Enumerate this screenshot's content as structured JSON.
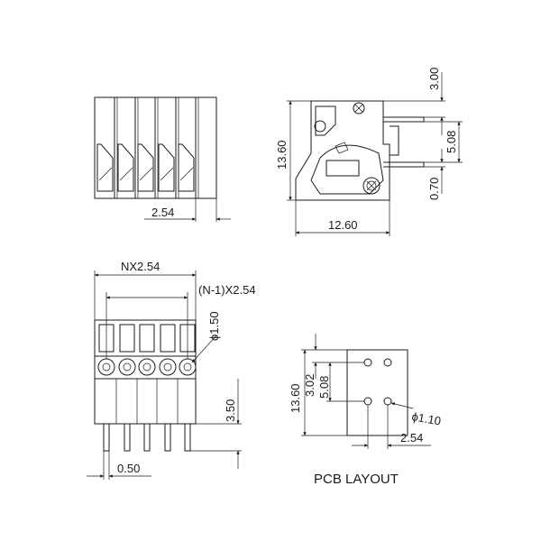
{
  "views": {
    "front": {
      "pitch_label": "2.54"
    },
    "side": {
      "height_label": "13.60",
      "width_label": "12.60",
      "top_label": "3.00",
      "spacing_label": "5.08",
      "pin_label": "0.70"
    },
    "bottom": {
      "total_label": "NX2.54",
      "inner_label": "(N-1)X2.54",
      "hole_label": "ϕ1.50",
      "pin_length_label": "3.50",
      "pin_width_label": "0.50"
    },
    "pcb": {
      "height_label": "13.60",
      "offset_label": "3.02",
      "spacing_label": "5.08",
      "hole_label": "ϕ1.10",
      "pitch_label": "2.54",
      "caption": "PCB LAYOUT"
    }
  }
}
